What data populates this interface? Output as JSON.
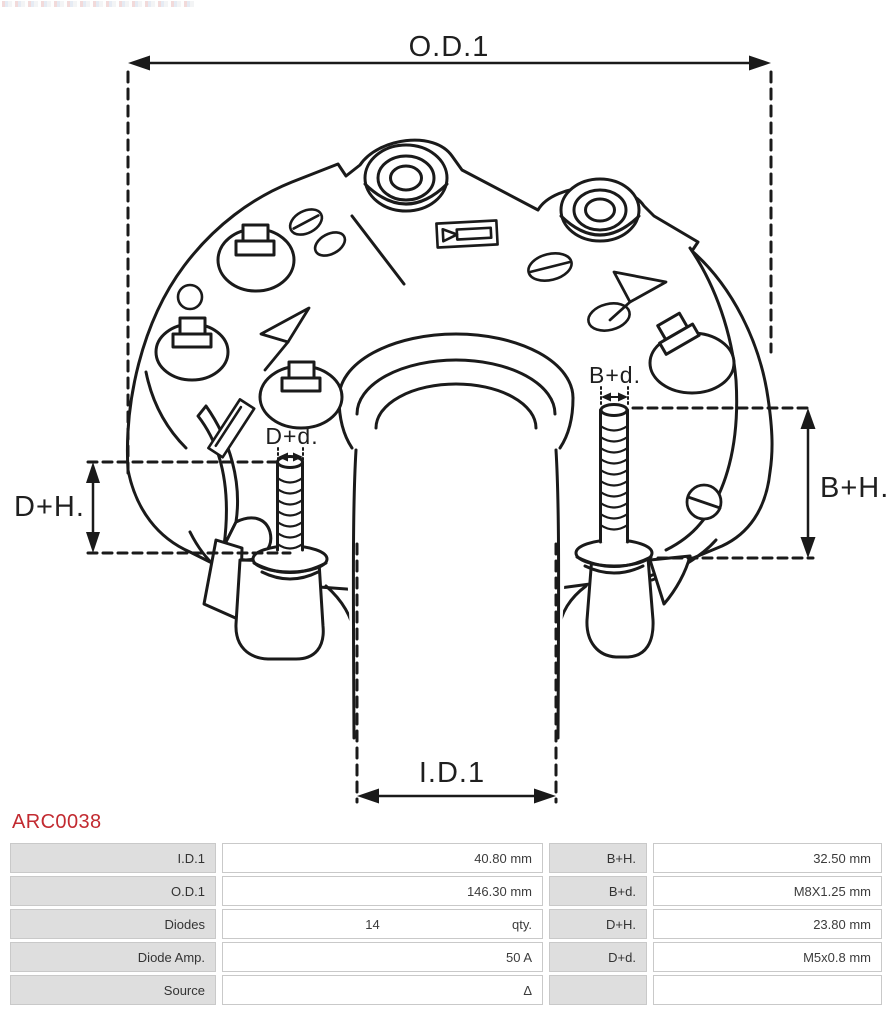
{
  "part_number": "ARC0038",
  "colors": {
    "accent_red": "#c22a30",
    "line": "#1a1a1a",
    "table_label_bg": "#dedede",
    "table_border": "#c9c9c9",
    "text": "#3c3c3c"
  },
  "drawing": {
    "labels": {
      "od1": "O.D.1",
      "id1": "I.D.1",
      "dh": "D+H.",
      "bh": "B+H.",
      "dd": "D+d.",
      "bd": "B+d."
    }
  },
  "table": {
    "rows": [
      {
        "c0": "I.D.1",
        "c1": "40.80 mm",
        "c2": "B+H.",
        "c3": "32.50 mm"
      },
      {
        "c0": "O.D.1",
        "c1": "146.30 mm",
        "c2": "B+d.",
        "c3": "M8X1.25 mm"
      },
      {
        "c0": "Diodes",
        "c1": "14",
        "c1_unit": "qty.",
        "c2": "D+H.",
        "c3": "23.80 mm"
      },
      {
        "c0": "Diode Amp.",
        "c1": "50 A",
        "c2": "D+d.",
        "c3": "M5x0.8 mm"
      },
      {
        "c0": "Source",
        "c1": "Δ",
        "c2": "",
        "c3": ""
      }
    ]
  }
}
